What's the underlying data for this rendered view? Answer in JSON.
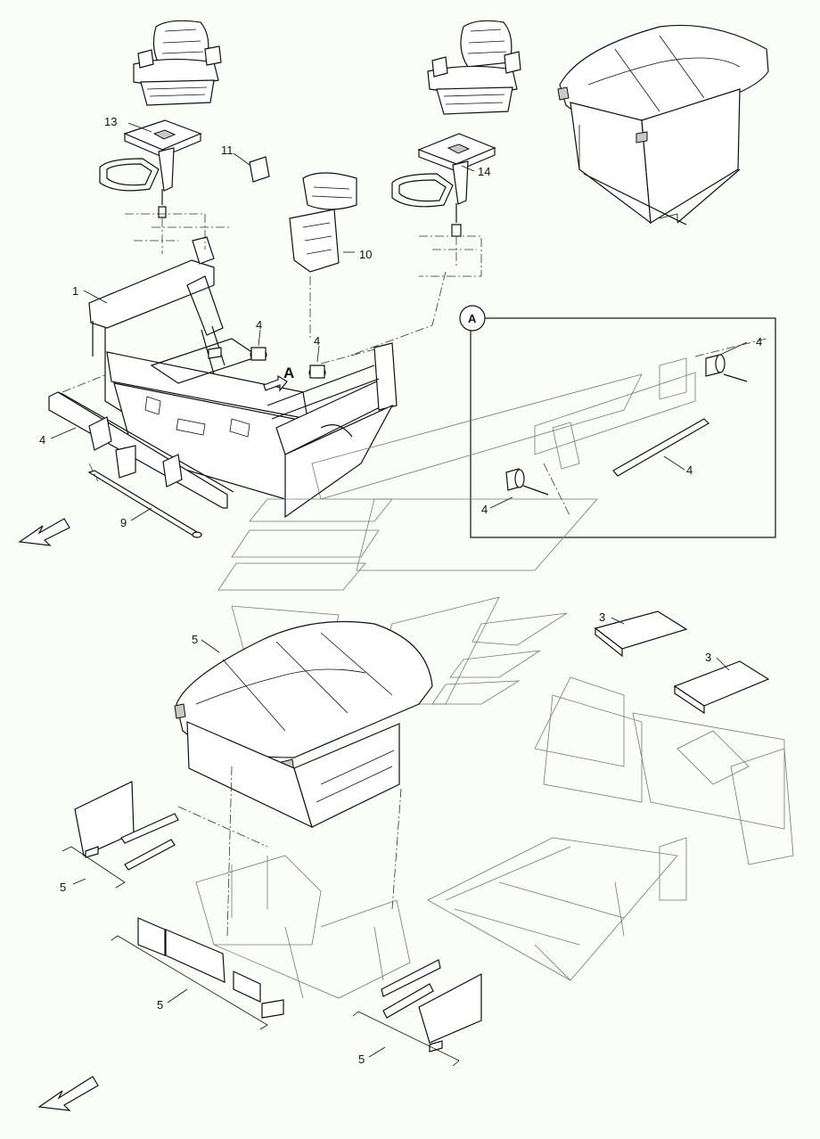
{
  "callouts": {
    "c1": "1",
    "c3a": "3",
    "c3b": "3",
    "c4_beam": "4",
    "c4_mount_left": "4",
    "c4_mount_right": "4",
    "c4_detail_top": "4",
    "c4_detail_bar": "4",
    "c4_detail_bottom": "4",
    "c5_shell": "5",
    "c5_left": "5",
    "c5_front": "5",
    "c5_bottom": "5",
    "c9": "9",
    "c10": "10",
    "c11": "11",
    "c13": "13",
    "c14": "14"
  },
  "view_marker": {
    "detail_circle": "A",
    "arrow_label": "A"
  },
  "icons": {
    "direction_top": "direction-arrow-icon",
    "direction_bottom": "direction-arrow-icon"
  }
}
